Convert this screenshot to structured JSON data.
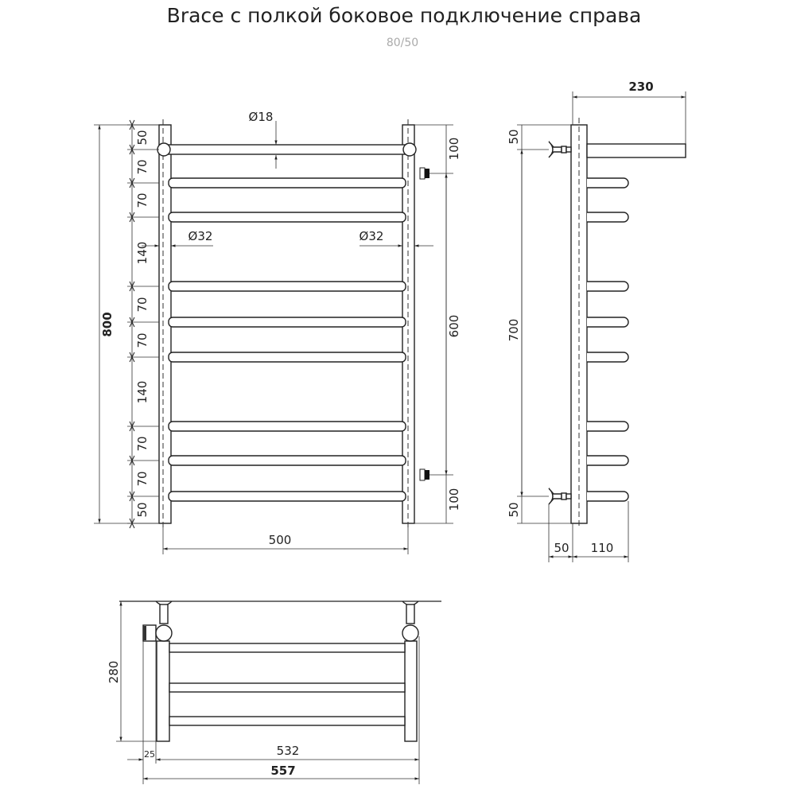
{
  "title": "Brace с полкой  боковое подключение справа",
  "subtitle": "80/50",
  "front_view": {
    "segments": [
      "50",
      "70",
      "70",
      "140",
      "70",
      "70",
      "140",
      "70",
      "70",
      "50"
    ],
    "overall_height": "800",
    "connection_spacing": "600",
    "connection_offset_top": "100",
    "connection_offset_bottom": "100",
    "width": "500",
    "shelf_tube_diameter": "Ø18",
    "post_diameter_left": "Ø32",
    "post_diameter_right": "Ø32"
  },
  "side_view": {
    "shelf_depth": "230",
    "top_offset": "50",
    "bracket_spacing": "700",
    "bottom_offset": "50",
    "wall_gap": "50",
    "rail_depth": "110"
  },
  "top_view": {
    "depth": "280",
    "offset": "25",
    "inner_width": "532",
    "overall_width": "557"
  },
  "colors": {
    "line": "#222222",
    "subtitle": "#aaaaaa"
  }
}
